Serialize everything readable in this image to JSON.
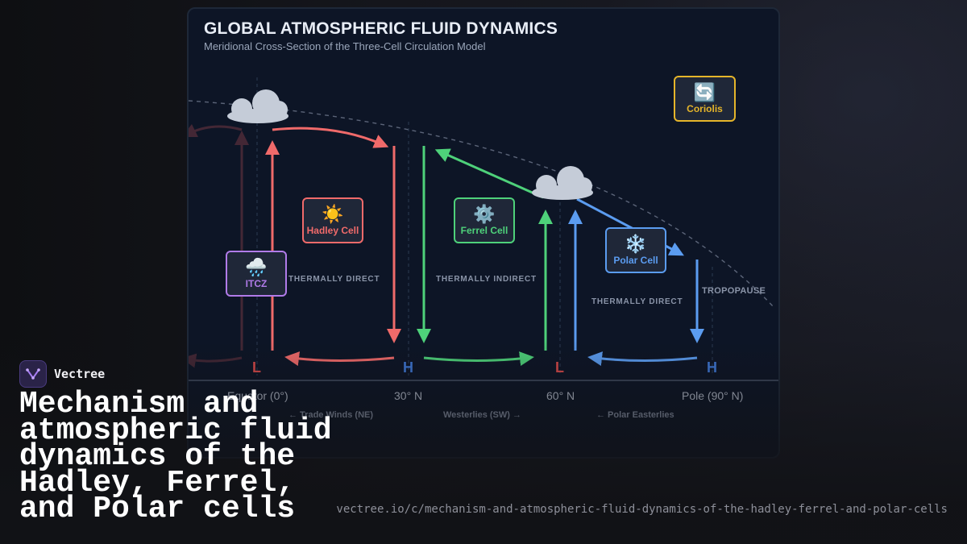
{
  "panel": {
    "title": "GLOBAL ATMOSPHERIC FLUID DYNAMICS",
    "subtitle": "Meridional Cross-Section of the Three-Cell Circulation Model"
  },
  "boxes": {
    "coriolis": {
      "icon": "🔄",
      "icon_name": "cycle-arrows-icon",
      "label": "Coriolis",
      "color": "#e5b52a"
    },
    "hadley": {
      "icon": "☀️",
      "icon_name": "sun-icon",
      "label": "Hadley Cell",
      "color": "#f06a6a"
    },
    "ferrel": {
      "icon": "⚙️",
      "icon_name": "gear-icon",
      "label": "Ferrel Cell",
      "color": "#4ed17a"
    },
    "polar": {
      "icon": "❄️",
      "icon_name": "snowflake-icon",
      "label": "Polar Cell",
      "color": "#5b9cf0"
    },
    "itcz": {
      "icon": "🌧️",
      "icon_name": "rain-cloud-icon",
      "label": "ITCZ",
      "color": "#b07be8"
    }
  },
  "tags": {
    "hadley": "THERMALLY DIRECT",
    "ferrel": "THERMALLY INDIRECT",
    "polar": "THERMALLY DIRECT",
    "tropopause": "TROPOPAUSE"
  },
  "pressure": {
    "equator": {
      "label": "L",
      "color": "#d94a4a"
    },
    "lat30": {
      "label": "H",
      "color": "#3f78d6"
    },
    "lat60": {
      "label": "L",
      "color": "#d94a4a"
    },
    "pole": {
      "label": "H",
      "color": "#3f78d6"
    }
  },
  "latitudes": [
    "Equator (0°)",
    "30° N",
    "60° N",
    "Pole (90° N)"
  ],
  "winds": {
    "trade": "← Trade Winds (NE)",
    "westerlies": "Westerlies (SW) →",
    "easterlies": "← Polar Easterlies"
  },
  "colors": {
    "hadley": "#f06a6a",
    "ferrel": "#4ed17a",
    "polar": "#5b9cf0",
    "cloud": "#c5ccd8"
  },
  "brand": {
    "name": "Vectree"
  },
  "headline": "Mechanism and atmospheric fluid dynamics of the Hadley, Ferrel, and Polar cells",
  "url": "vectree.io/c/mechanism-and-atmospheric-fluid-dynamics-of-the-hadley-ferrel-and-polar-cells"
}
